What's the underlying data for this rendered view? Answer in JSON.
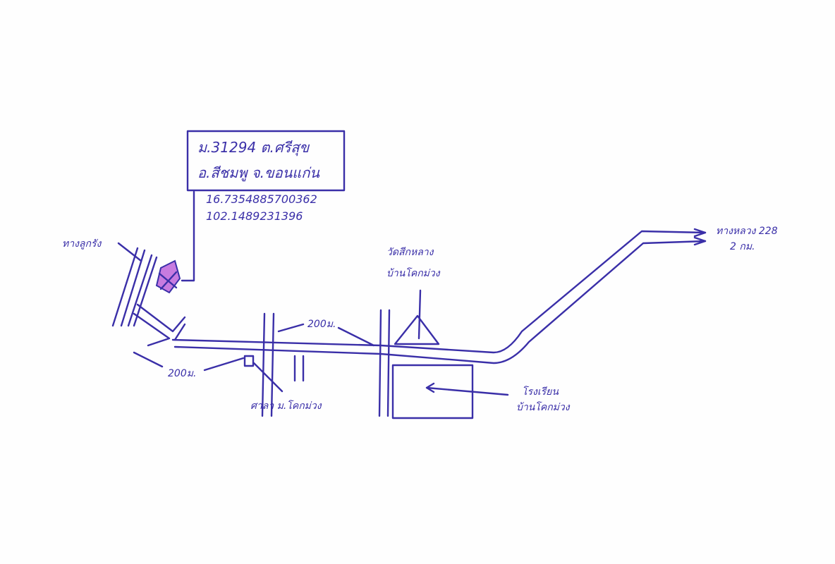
{
  "info_box": {
    "line1": "ม.31294 ต.ศรีสุข",
    "line2": "อ.สีชมพู จ.ขอนแก่น",
    "lat": "16.735488570036​2",
    "lon": "102.1489231396"
  },
  "labels": {
    "dirt_road": "ทางลูกรัง",
    "temple_line1": "วัดสีกหลาง",
    "temple_line2": "บ้านโคกม่วง",
    "highway_line1": "ทางหลวง 228",
    "highway_line2": "2 กม.",
    "dist_left": "200ม.",
    "dist_mid": "200ม.",
    "pavilion": "ศาลา ม.โคกม่วง",
    "school_line1": "โรงเรียน",
    "school_line2": "บ้านโคกม่วง"
  },
  "colors": {
    "ink": "#3a2fa8",
    "marker": "#c77be0"
  }
}
